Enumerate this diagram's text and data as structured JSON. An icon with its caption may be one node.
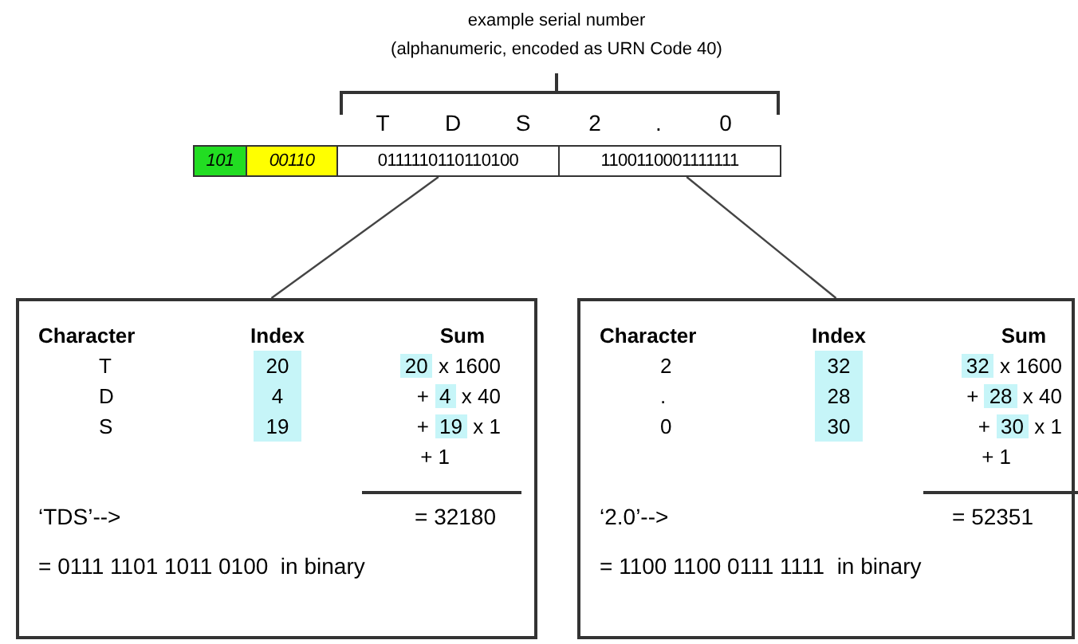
{
  "diagram": {
    "nodes": [
      {
        "text": [
          "101"
        ]
      },
      {
        "text": [
          "00110"
        ]
      },
      {
        "text": [
          "0111110110110100"
        ]
      },
      {
        "text": [
          "1100110001111111"
        ]
      },
      {
        "text": [
          "Character",
          "Index",
          "Sum",
          "T",
          "20",
          "20 x 1600",
          "D",
          "4",
          "+ 4 x 40",
          "S",
          "19",
          "+ 19 x 1",
          "+ 1",
          "‘TDS’-->",
          "= 32180",
          "= 0111 1101 1011 0100  in binary"
        ]
      },
      {
        "text": [
          "Character",
          "Index",
          "Sum",
          "2",
          "32",
          "32 x 1600",
          ".",
          "28",
          "+ 28 x 40",
          "0",
          "30",
          "+ 30 x 1",
          "+ 1",
          "‘2.0’-->",
          "= 52351",
          "= 1100 1100 0111 1111  in binary"
        ]
      }
    ],
    "edges": [
      {
        "from": 2,
        "to": 4,
        "arrow": "none"
      },
      {
        "from": 3,
        "to": 5,
        "arrow": "none"
      }
    ],
    "labels": [
      "example serial number",
      "(alphanumeric, encoded as URN Code 40)",
      "T",
      "D",
      "S",
      "2",
      ".",
      "0"
    ]
  }
}
